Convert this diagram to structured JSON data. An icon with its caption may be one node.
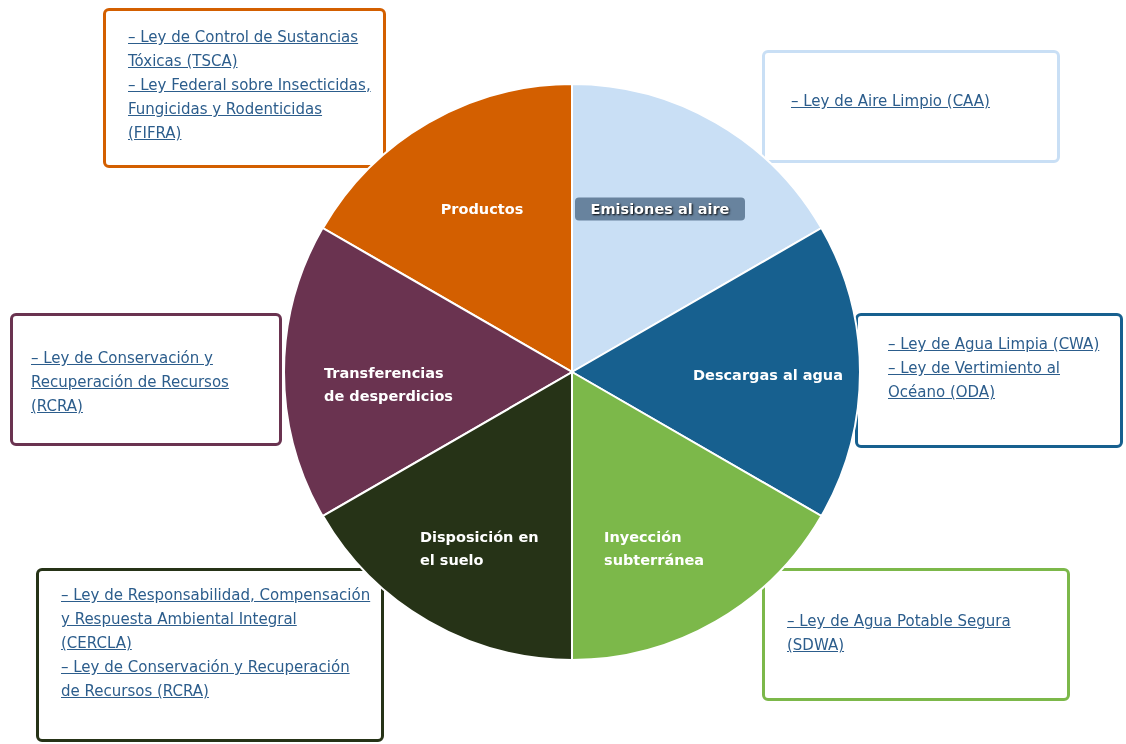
{
  "diagram": {
    "nodes": [
      {
        "text": [
          "– Ley de Control de Sustancias Tóxicas (TSCA)",
          "– Ley Federal sobre Insecticidas, Fungicidas y Rodenticidas (FIFRA)"
        ]
      },
      {
        "text": [
          "– Ley de Aire Limpio (CAA)"
        ]
      },
      {
        "text": [
          "Productos"
        ]
      },
      {
        "text": [
          "Emisiones al aire"
        ]
      },
      {
        "text": [
          "– Ley de Conservación y Recuperación de Recursos (RCRA)"
        ]
      },
      {
        "text": [
          "Transferencias de desperdicios"
        ]
      },
      {
        "text": [
          "Descargas al agua"
        ]
      },
      {
        "text": [
          "– Ley de Agua Limpia (CWA)",
          "– Ley de Vertimiento al Océano (ODA)"
        ]
      },
      {
        "text": [
          "Disposición en el suelo"
        ]
      },
      {
        "text": [
          "Inyección subterránea"
        ]
      },
      {
        "text": [
          "– Ley de Agua Potable Segura (SDWA)"
        ]
      },
      {
        "text": [
          "– Ley de Responsabilidad, Compensación y Respuesta Ambiental Integral (CERCLA)",
          "– Ley de Conservación y Recuperación de Recursos (RCRA)"
        ]
      }
    ]
  }
}
